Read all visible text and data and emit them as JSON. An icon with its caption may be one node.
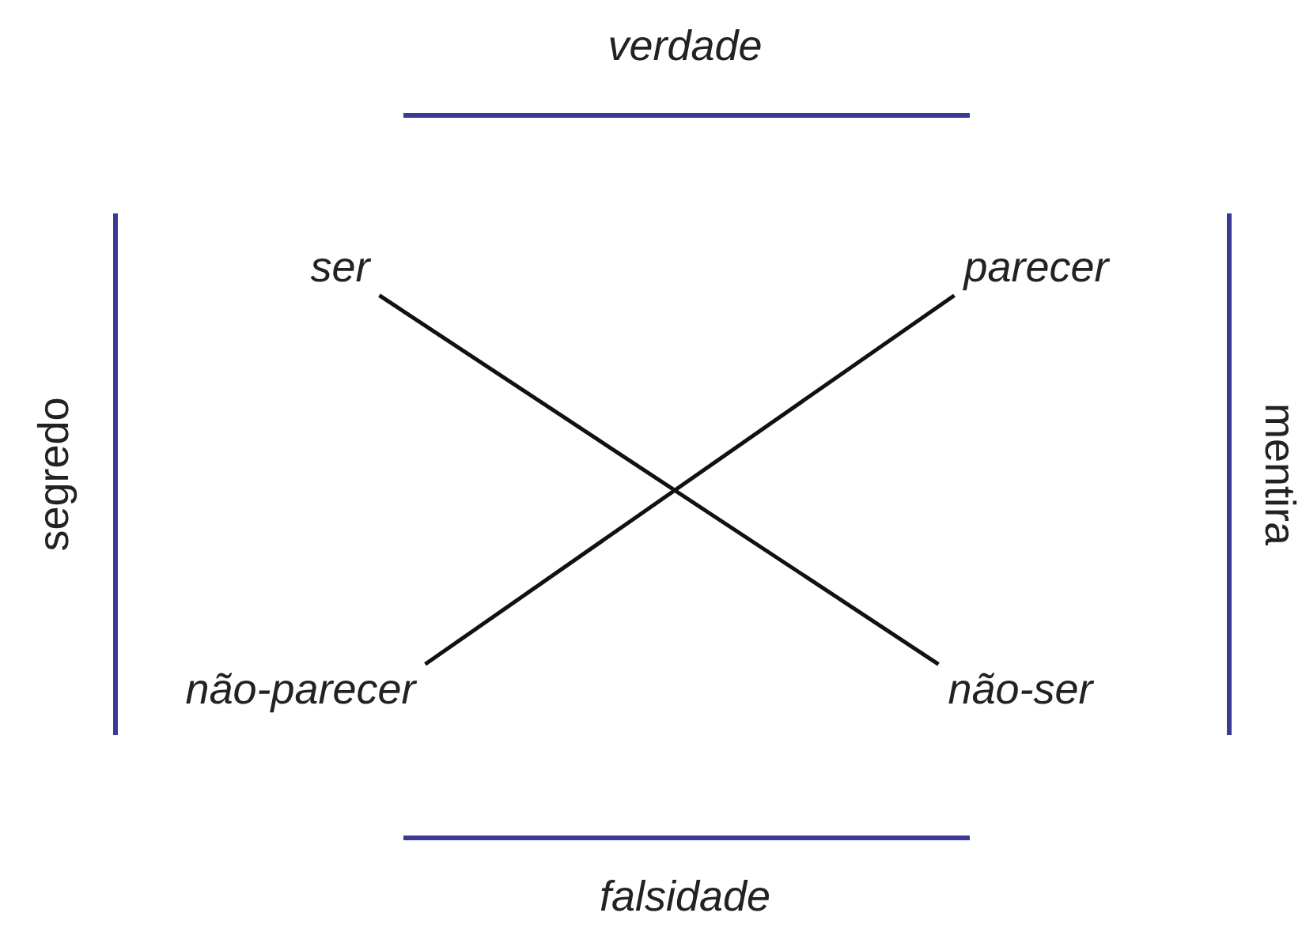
{
  "diagram": {
    "nodes": [
      {
        "text": [
          "ser"
        ]
      },
      {
        "text": [
          "parecer"
        ]
      },
      {
        "text": [
          "não-parecer"
        ]
      },
      {
        "text": [
          "não-ser"
        ]
      }
    ],
    "edges": [
      {
        "from": 0,
        "to": 3,
        "arrow": "none"
      },
      {
        "from": 1,
        "to": 2,
        "arrow": "none"
      }
    ],
    "labels": [
      "verdade",
      "segredo",
      "mentira",
      "falsidade"
    ]
  }
}
